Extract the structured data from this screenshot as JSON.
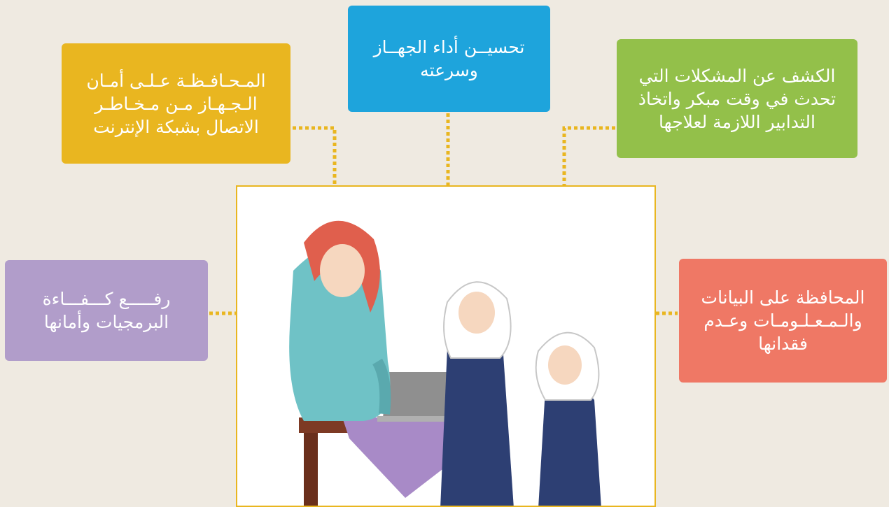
{
  "boxes": {
    "top": {
      "lines": [
        "تحسيــن أداء الجهــاز",
        "وسرعته"
      ],
      "color": "#1ea4dc"
    },
    "top_left": {
      "lines": [
        "المـحـافـظـة عـلـى أمـان",
        "الـجـهـاز مـن مـخـاطـر",
        "الاتصال بشبكة الإنترنت"
      ],
      "color": "#e9b620"
    },
    "top_right": {
      "lines": [
        "الكشف عن المشكلات التي",
        "تحدث في وقت مبكر واتخاذ",
        "التدابير اللازمة لعلاجها"
      ],
      "color": "#93c04a"
    },
    "left": {
      "lines": [
        "رفـــــع كـــفـــاءة",
        "البرمجيات وأمانها"
      ],
      "color": "#b19dca"
    },
    "right": {
      "lines": [
        "المحافظة على البيانات",
        "والـمـعـلـومـات وعـدم",
        "فقدانها"
      ],
      "color": "#ef7865"
    }
  },
  "connector_color": "#e9b620",
  "illustration": {
    "icon": "teacher-and-students-at-laptop-illustration"
  }
}
